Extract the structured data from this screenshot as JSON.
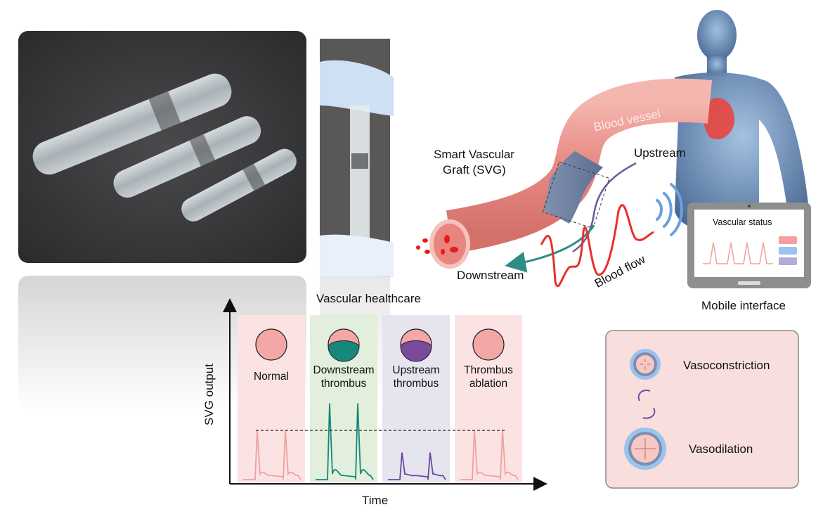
{
  "labels": {
    "svg_title_line1": "Smart Vascular",
    "svg_title_line2": "Graft (SVG)",
    "blood_vessel": "Blood vessel",
    "upstream": "Upstream",
    "downstream": "Downstream",
    "blood_flow": "Blood flow",
    "vascular_status": "Vascular status",
    "mobile_interface": "Mobile interface",
    "vascular_healthcare": "Vascular healthcare",
    "y_axis": "SVG output",
    "x_axis": "Time",
    "vasoconstriction": "Vasoconstriction",
    "vasodilation": "Vasodilation"
  },
  "panels": [
    {
      "line1": "Normal",
      "line2": "",
      "color": "#f4a7a7",
      "bg": "#fbe3e3",
      "signal_color": "#f0a0a0",
      "peak_level": 1.0,
      "fill": "none"
    },
    {
      "line1": "Downstream",
      "line2": "thrombus",
      "color": "#17877a",
      "bg": "#e1efdc",
      "signal_color": "#17877a",
      "peak_level": 1.55,
      "fill": "bottom"
    },
    {
      "line1": "Upstream",
      "line2": "thrombus",
      "color": "#7a4a9c",
      "bg": "#e6e4ef",
      "signal_color": "#6a4a9a",
      "peak_level": 0.55,
      "fill": "bottom"
    },
    {
      "line1": "Thrombus",
      "line2": "ablation",
      "color": "#f4a7a7",
      "bg": "#fbe3e3",
      "signal_color": "#f0a0a0",
      "peak_level": 1.0,
      "fill": "none"
    }
  ],
  "colors": {
    "vessel": "#ec9b95",
    "graft": "#6f84a6",
    "blood_wave": "#e8302a",
    "downstream_arrow": "#2e8c86",
    "upstream_arrow": "#6a5a9e",
    "legend_bg": "#f9dede",
    "legend_border": "#8a8a8a",
    "wireless": "#6aa0dc",
    "status_bars": [
      "#f3a0a0",
      "#9ac4ee",
      "#b4acd6"
    ]
  }
}
